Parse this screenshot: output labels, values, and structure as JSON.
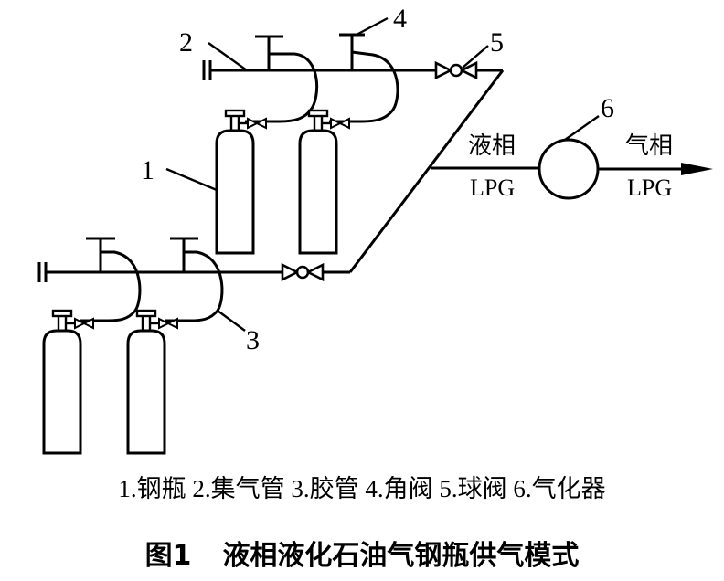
{
  "diagram": {
    "title": "液相液化石油气钢瓶供气模式",
    "labels": {
      "n1": "1",
      "n2": "2",
      "n3": "3",
      "n4": "4",
      "n5": "5",
      "n6": "6",
      "liquid_phase": "液相",
      "liquid_lpg": "LPG",
      "gas_phase": "气相",
      "gas_lpg": "LPG"
    },
    "components": [
      {
        "id": 1,
        "name": "steel-cylinder"
      },
      {
        "id": 2,
        "name": "gas-manifold"
      },
      {
        "id": 3,
        "name": "rubber-hose"
      },
      {
        "id": 4,
        "name": "angle-valve"
      },
      {
        "id": 5,
        "name": "ball-valve"
      },
      {
        "id": 6,
        "name": "vaporizer"
      }
    ],
    "groups": [
      {
        "name": "upper-manifold-group",
        "cylinders": 2
      },
      {
        "name": "lower-manifold-group",
        "cylinders": 2
      }
    ]
  },
  "legend": {
    "text": "1.钢瓶 2.集气管 3.胶管 4.角阀 5.球阀 6.气化器"
  },
  "caption": {
    "figure": "图1",
    "title": "液相液化石油气钢瓶供气模式"
  }
}
